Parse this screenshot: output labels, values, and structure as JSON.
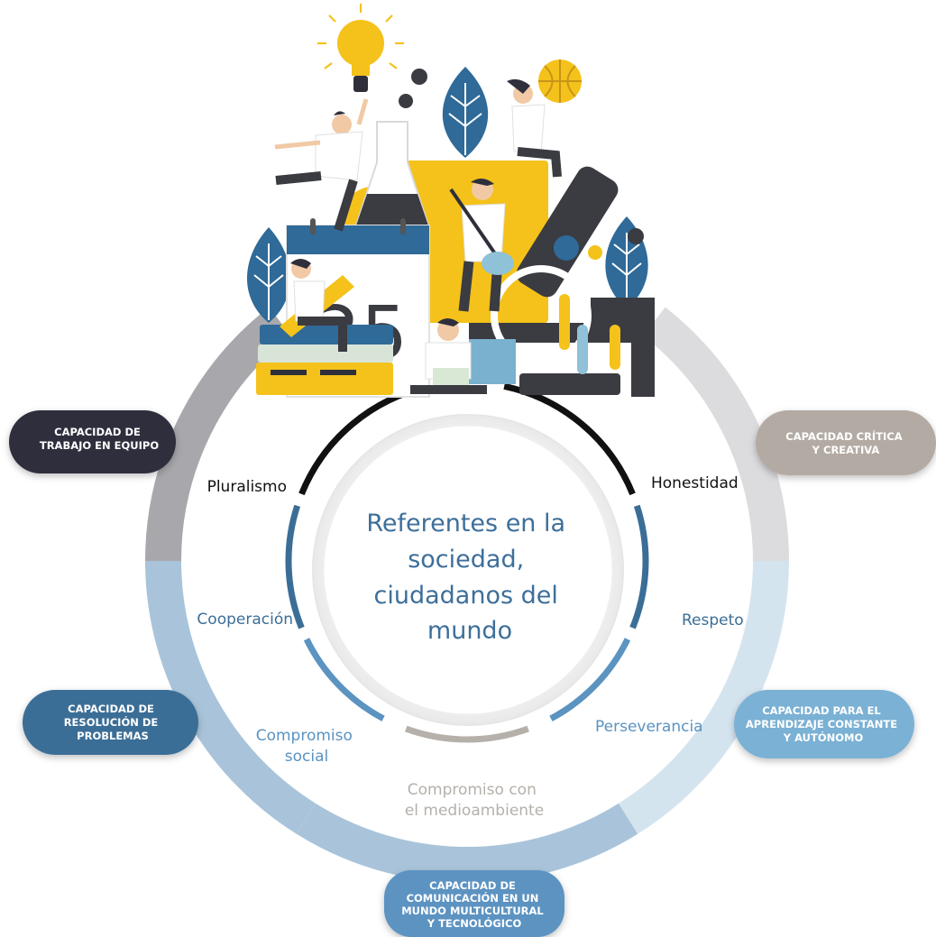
{
  "center": {
    "lines": [
      "Referentes en la",
      "sociedad,",
      "ciudadanos del",
      "mundo"
    ]
  },
  "values": {
    "pluralismo": "Pluralismo",
    "honestidad": "Honestidad",
    "cooperacion": "Cooperación",
    "respeto": "Respeto",
    "compromiso_social": [
      "Compromiso",
      "social"
    ],
    "perseverancia": "Perseverancia",
    "compromiso_medioambiente": [
      "Compromiso con",
      "el medioambiente"
    ]
  },
  "capacities": {
    "trabajo_equipo": [
      "CAPACIDAD DE",
      "TRABAJO EN EQUIPO"
    ],
    "critica_creativa": [
      "CAPACIDAD CRÍTICA",
      "Y CREATIVA"
    ],
    "resolucion_problemas": [
      "CAPACIDAD DE",
      "RESOLUCIÓN DE",
      "PROBLEMAS"
    ],
    "aprendizaje": [
      "CAPACIDAD PARA EL",
      "APRENDIZAJE CONSTANTE",
      "Y AUTÓNOMO"
    ],
    "comunicacion": [
      "CAPACIDAD DE",
      "COMUNICACIÓN EN UN",
      "MUNDO MULTICULTURAL",
      "Y TECNOLÓGICO"
    ]
  },
  "illustration": {
    "calendar_number": "25"
  },
  "colors": {
    "dark_navy": "#2f2f3c",
    "blue_dark": "#3b6e97",
    "blue_mid": "#5b93c1",
    "blue_light": "#a9c4da",
    "blue_pale": "#d4e4ef",
    "gray_outer": "#a8a8ac",
    "gray_light": "#dcdcde",
    "taupe": "#b3aba3",
    "black": "#111111",
    "yellow": "#f4c21a",
    "center_text": "#3d6f9a",
    "value_gray": "#b5b0aa"
  }
}
